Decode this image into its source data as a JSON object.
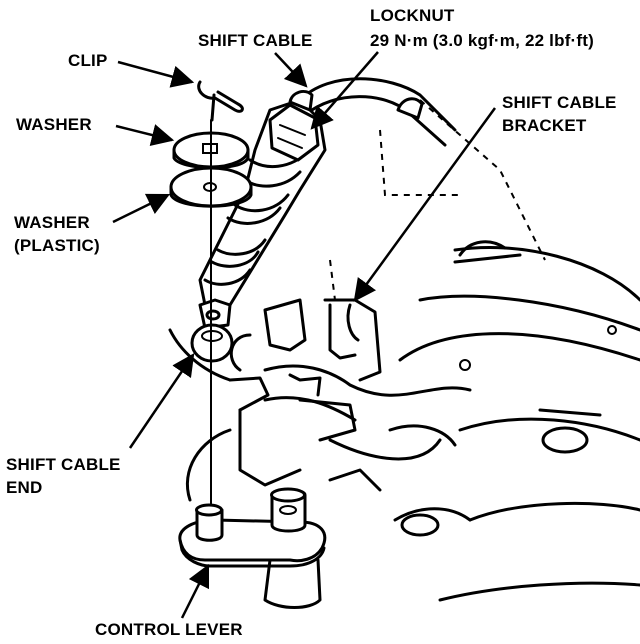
{
  "labels": {
    "locknut": {
      "line1": "LOCKNUT",
      "line2": "29 N·m (3.0 kgf·m, 22 lbf·ft)"
    },
    "shift_cable": "SHIFT CABLE",
    "clip": "CLIP",
    "washer": "WASHER",
    "washer_plastic": {
      "line1": "WASHER",
      "line2": "(PLASTIC)"
    },
    "shift_cable_bracket": {
      "line1": "SHIFT CABLE",
      "line2": "BRACKET"
    },
    "shift_cable_end": {
      "line1": "SHIFT CABLE",
      "line2": "END"
    },
    "control_lever": "CONTROL LEVER"
  }
}
